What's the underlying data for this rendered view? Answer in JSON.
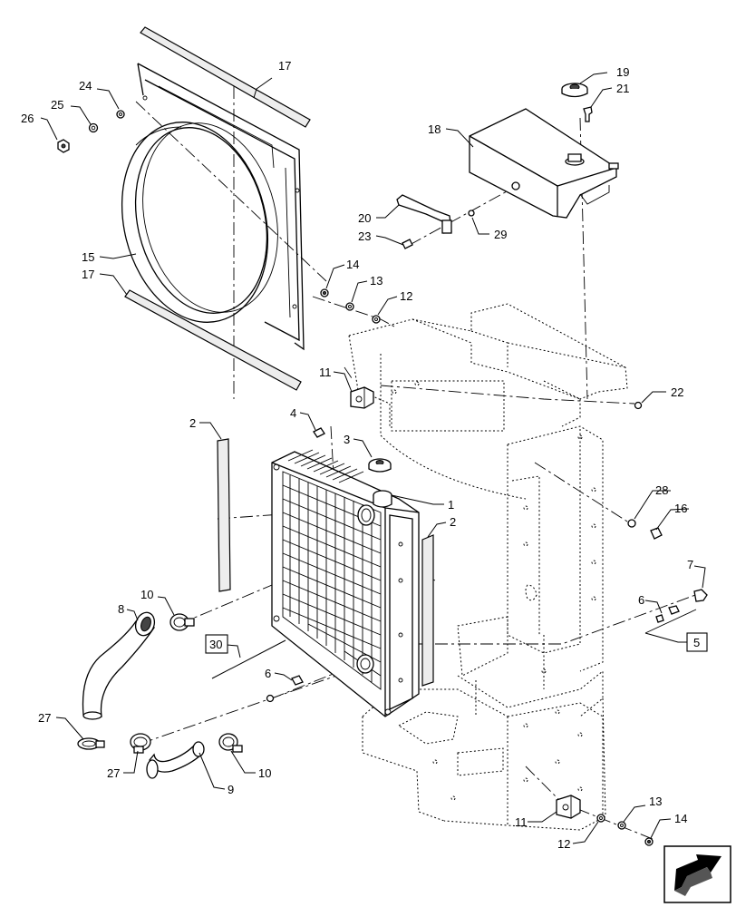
{
  "callouts": [
    {
      "id": "c17a",
      "label": "17"
    },
    {
      "id": "c24",
      "label": "24"
    },
    {
      "id": "c25",
      "label": "25"
    },
    {
      "id": "c26",
      "label": "26"
    },
    {
      "id": "c15",
      "label": "15"
    },
    {
      "id": "c17b",
      "label": "17"
    },
    {
      "id": "c19",
      "label": "19"
    },
    {
      "id": "c21",
      "label": "21"
    },
    {
      "id": "c18",
      "label": "18"
    },
    {
      "id": "c20",
      "label": "20"
    },
    {
      "id": "c23",
      "label": "23"
    },
    {
      "id": "c29",
      "label": "29"
    },
    {
      "id": "c14a",
      "label": "14"
    },
    {
      "id": "c13a",
      "label": "13"
    },
    {
      "id": "c12a",
      "label": "12"
    },
    {
      "id": "c11a",
      "label": "11"
    },
    {
      "id": "c22",
      "label": "22"
    },
    {
      "id": "c2a",
      "label": "2"
    },
    {
      "id": "c4",
      "label": "4"
    },
    {
      "id": "c3",
      "label": "3"
    },
    {
      "id": "c1",
      "label": "1"
    },
    {
      "id": "c2b",
      "label": "2"
    },
    {
      "id": "c28",
      "label": "28"
    },
    {
      "id": "c16",
      "label": "16"
    },
    {
      "id": "c7",
      "label": "7"
    },
    {
      "id": "c6a",
      "label": "6"
    },
    {
      "id": "c5",
      "label": "5"
    },
    {
      "id": "c10a",
      "label": "10"
    },
    {
      "id": "c8",
      "label": "8"
    },
    {
      "id": "c30",
      "label": "30"
    },
    {
      "id": "c6b",
      "label": "6"
    },
    {
      "id": "c27a",
      "label": "27"
    },
    {
      "id": "c27b",
      "label": "27"
    },
    {
      "id": "c10b",
      "label": "10"
    },
    {
      "id": "c9",
      "label": "9"
    },
    {
      "id": "c11b",
      "label": "11"
    },
    {
      "id": "c12b",
      "label": "12"
    },
    {
      "id": "c13b",
      "label": "13"
    },
    {
      "id": "c14b",
      "label": "14"
    }
  ],
  "nav_icon": "next-page-arrow-icon"
}
